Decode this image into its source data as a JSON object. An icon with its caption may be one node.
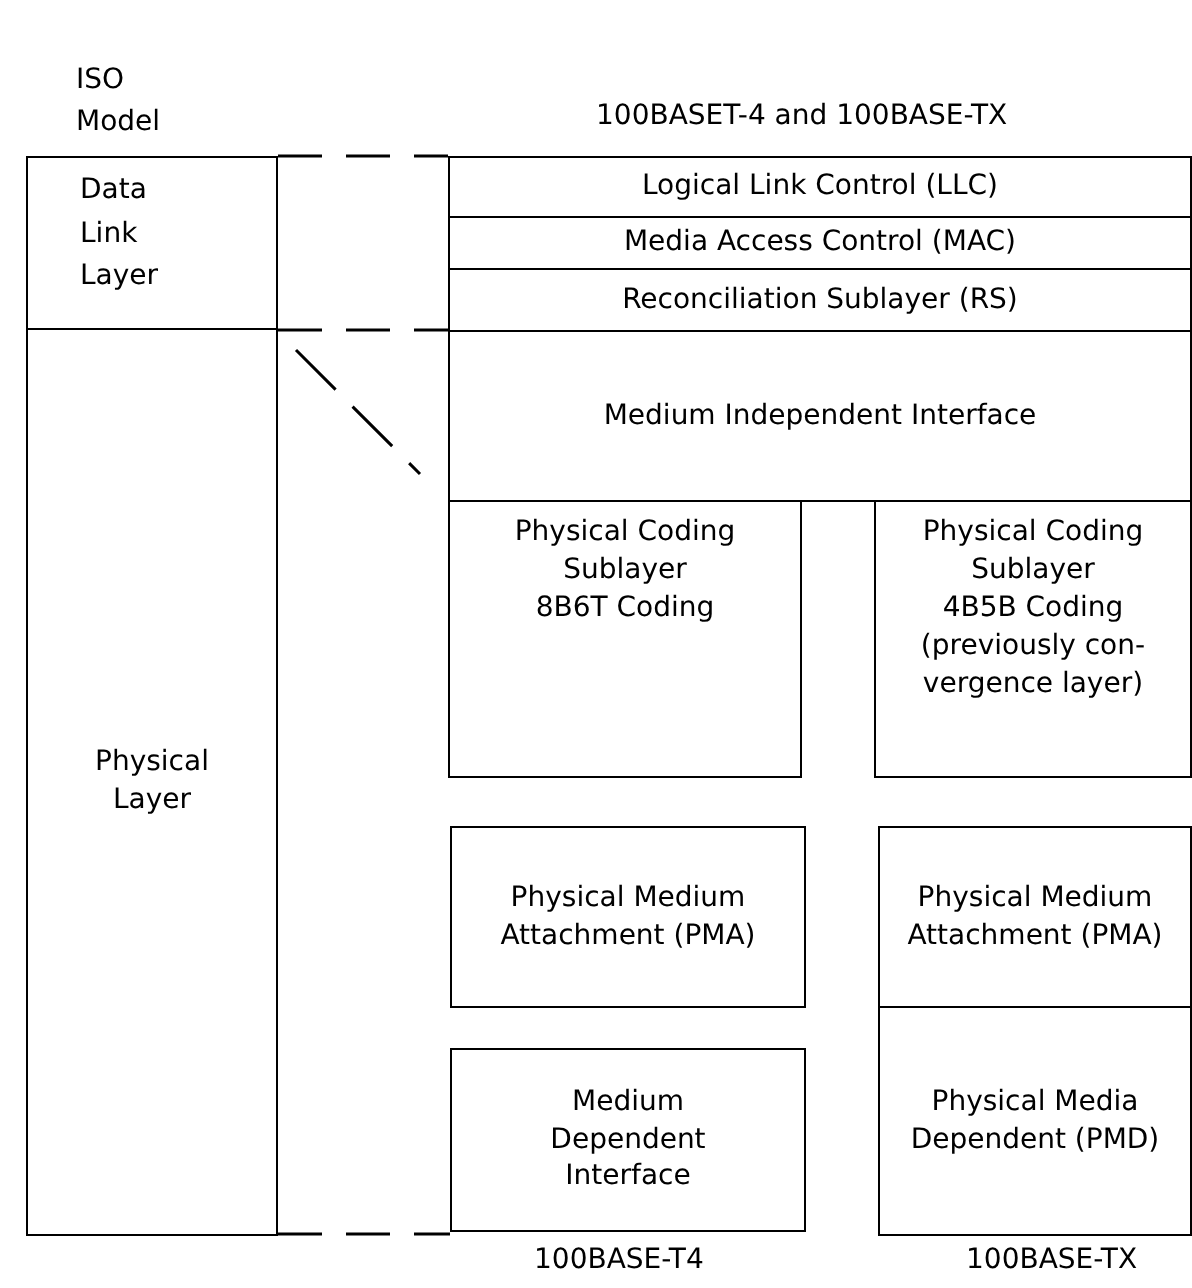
{
  "diagram": {
    "nodes": [
      {
        "text": [
          "Data Link Layer"
        ]
      },
      {
        "text": [
          "Physical Layer"
        ]
      },
      {
        "text": [
          "Logical Link Control (LLC)"
        ]
      },
      {
        "text": [
          "Media Access Control (MAC)"
        ]
      },
      {
        "text": [
          "Reconciliation Sublayer (RS)"
        ]
      },
      {
        "text": [
          "Medium Independent Interface"
        ]
      },
      {
        "text": [
          "Physical Coding Sublayer",
          "8B6T Coding"
        ]
      },
      {
        "text": [
          "Physical Coding Sublayer",
          "4B5B Coding (previously con-vergence layer)"
        ]
      },
      {
        "text": [
          "Physical Medium Attachment (PMA)"
        ]
      },
      {
        "text": [
          "Physical Medium Attachment (PMA)"
        ]
      },
      {
        "text": [
          "Medium Dependent Interface"
        ]
      },
      {
        "text": [
          "Physical Media Dependent (PMD)"
        ]
      }
    ],
    "edges": [
      {
        "from": 0,
        "to": 2,
        "arrow": "none",
        "style": "dashed"
      },
      {
        "from": 0,
        "to": 4,
        "arrow": "none",
        "style": "dashed"
      },
      {
        "from": 1,
        "to": 10,
        "arrow": "none",
        "style": "dashed"
      }
    ],
    "labels": [
      "ISO Model",
      "100BASET-4 and 100BASE-TX",
      "100BASE-T4",
      "100BASE-TX"
    ]
  }
}
